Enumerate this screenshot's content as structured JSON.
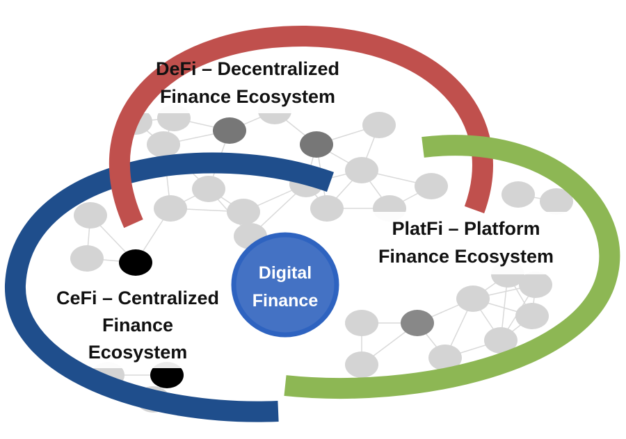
{
  "center": {
    "line1": "Digital",
    "line2": "Finance"
  },
  "defi": {
    "line1": "DeFi – Decentralized",
    "line2": "Finance Ecosystem"
  },
  "platfi": {
    "line1": "PlatFi – Platform",
    "line2": "Finance Ecosystem"
  },
  "cefi": {
    "line1": "CeFi – Centralized",
    "line2": "Finance",
    "line3": "Ecosystem"
  },
  "colors": {
    "defi": "#c0504d",
    "cefi": "#1f4e8c",
    "platfi": "#8db754",
    "center": "#4472c4",
    "center_ring": "#2e63c0"
  }
}
